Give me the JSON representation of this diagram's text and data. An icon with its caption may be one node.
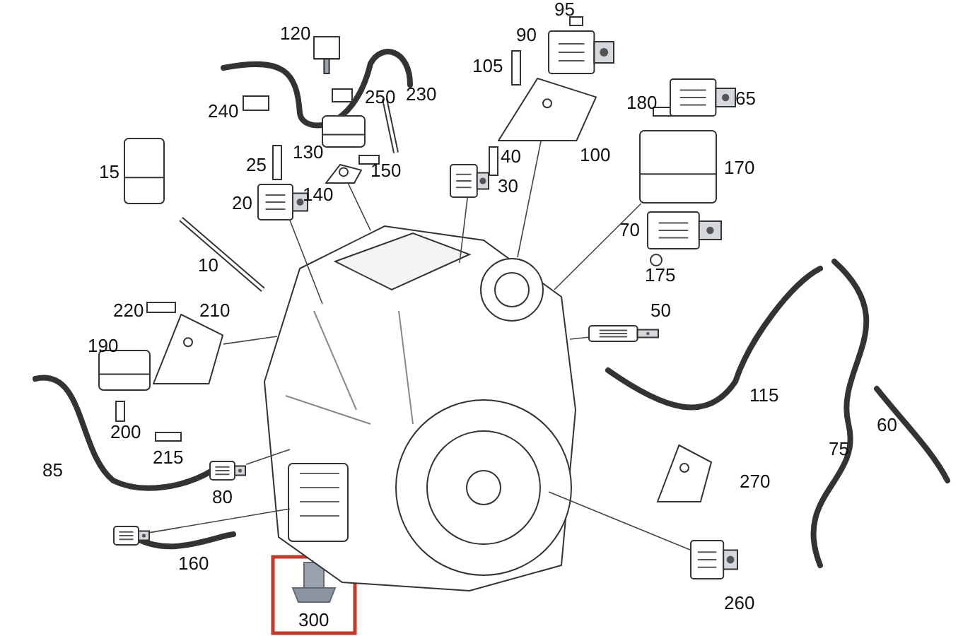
{
  "diagram": {
    "nodes": [
      {
        "text": [],
        "shape": "picture"
      },
      {
        "text": [],
        "shape": "picture",
        "beside": [
          "20"
        ]
      },
      {
        "text": [],
        "shape": "picture",
        "beside": [
          "140"
        ]
      },
      {
        "text": [],
        "shape": "picture",
        "beside": [
          "30"
        ]
      },
      {
        "text": [],
        "shape": "picture",
        "beside": [
          "100"
        ]
      },
      {
        "text": [],
        "shape": "picture",
        "beside": [
          "170"
        ]
      },
      {
        "text": [],
        "shape": "picture",
        "beside": [
          "50"
        ]
      },
      {
        "text": [],
        "shape": "picture",
        "beside": [
          "210"
        ]
      },
      {
        "text": [],
        "shape": "picture",
        "beside": [
          "80"
        ]
      },
      {
        "text": [],
        "shape": "picture",
        "beside": [
          "160"
        ]
      },
      {
        "text": [],
        "shape": "picture",
        "beside": [
          "260"
        ]
      }
    ],
    "edges": [
      {
        "from": 1,
        "to": 0,
        "arrow": "none"
      },
      {
        "from": 2,
        "to": 0,
        "arrow": "none"
      },
      {
        "from": 3,
        "to": 0,
        "arrow": "none"
      },
      {
        "from": 4,
        "to": 0,
        "arrow": "none"
      },
      {
        "from": 5,
        "to": 0,
        "arrow": "none"
      },
      {
        "from": 6,
        "to": 0,
        "arrow": "none"
      },
      {
        "from": 7,
        "to": 0,
        "arrow": "none"
      },
      {
        "from": 8,
        "to": 0,
        "arrow": "none"
      },
      {
        "from": 9,
        "to": 0,
        "arrow": "none"
      },
      {
        "from": 10,
        "to": 0,
        "arrow": "none"
      }
    ],
    "labels": [
      "95",
      "120",
      "90",
      "105",
      "240",
      "250",
      "230",
      "180",
      "65",
      "15",
      "25",
      "130",
      "150",
      "40",
      "70",
      "10",
      "175",
      "220",
      "190",
      "115",
      "85",
      "200",
      "215",
      "270",
      "75",
      "60",
      "300"
    ]
  }
}
